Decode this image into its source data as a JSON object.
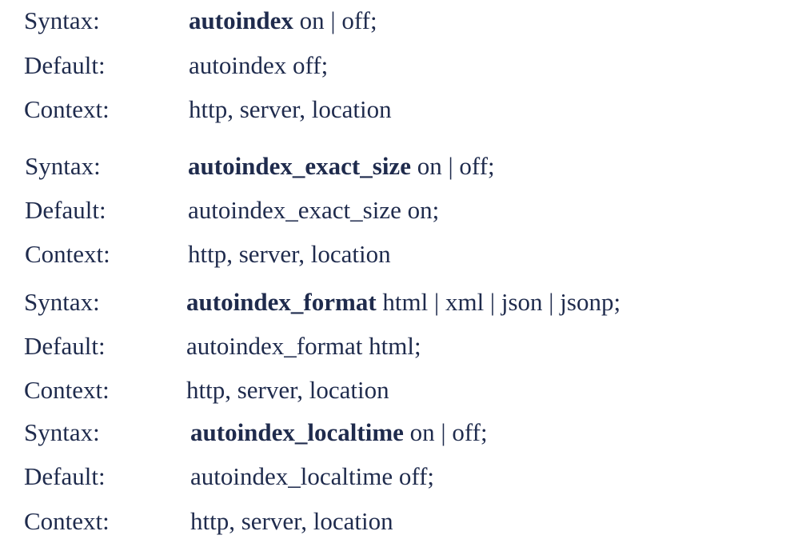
{
  "blocks": [
    {
      "syntax_label": "Syntax:",
      "directive": "autoindex",
      "syntax_args": " on | off;",
      "default_label": "Default:",
      "default_value": "autoindex off;",
      "context_label": "Context:",
      "context_value": "http, server, location"
    },
    {
      "syntax_label": "Syntax:",
      "directive": "autoindex_exact_size",
      "syntax_args": " on | off;",
      "default_label": "Default:",
      "default_value": "autoindex_exact_size on;",
      "context_label": "Context:",
      "context_value": "http, server, location"
    },
    {
      "syntax_label": "Syntax:",
      "directive": "autoindex_format",
      "syntax_args": " html | xml | json | jsonp;",
      "default_label": "Default:",
      "default_value": "autoindex_format html;",
      "context_label": "Context:",
      "context_value": "http, server, location"
    },
    {
      "syntax_label": "Syntax:",
      "directive": "autoindex_localtime",
      "syntax_args": " on | off;",
      "default_label": "Default:",
      "default_value": "autoindex_localtime off;",
      "context_label": "Context:",
      "context_value": "http, server, location"
    }
  ]
}
